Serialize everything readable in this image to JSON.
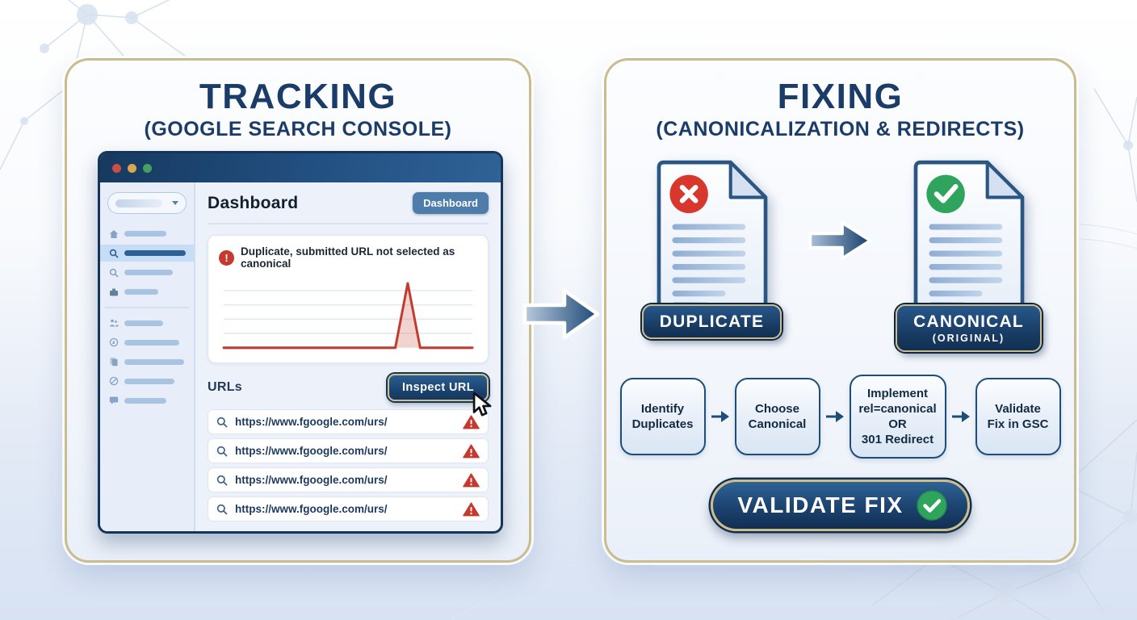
{
  "colors": {
    "navy": "#1b3c68",
    "gold_border": "#c9bc8e",
    "error_red": "#c5392f",
    "success_green": "#2fa45c",
    "button_blue": "#4e7dab"
  },
  "left_panel": {
    "title": "TRACKING",
    "subtitle": "(GOOGLE SEARCH CONSOLE)",
    "window": {
      "page_title": "Dashboard",
      "nav_button": "Dashboard",
      "alert_text": "Duplicate, submitted URL not selected as canonical",
      "urls_label": "URLs",
      "inspect_button": "Inspect URL",
      "url_rows": [
        "https://www.fgoogle.com/urs/",
        "https://www.fgoogle.com/urs/",
        "https://www.fgoogle.com/urs/",
        "https://www.fgoogle.com/urs/"
      ],
      "sidebar_icons": [
        "home",
        "search",
        "search",
        "apps",
        "experience",
        "discover",
        "pages",
        "removals",
        "messages"
      ],
      "sidebar_active_index": 1
    }
  },
  "chart_data": {
    "type": "line",
    "title": "Duplicate, submitted URL not selected as canonical",
    "x": [
      0,
      69,
      74,
      79,
      100
    ],
    "y": [
      0,
      0,
      4.5,
      0,
      0
    ],
    "xlabel": "",
    "ylabel": "",
    "ylim": [
      0,
      4.6
    ],
    "gridlines": 4,
    "grid": "on",
    "line_color": "#c23b31",
    "fill_color": "rgba(214,108,100,0.30)"
  },
  "right_panel": {
    "title": "FIXING",
    "subtitle": "(CANONICALIZATION & REDIRECTS)",
    "documents": [
      {
        "label": "DUPLICATE",
        "status": "duplicate"
      },
      {
        "label": "CANONICAL",
        "sublabel": "(ORIGINAL)",
        "status": "canonical"
      }
    ],
    "steps": [
      "Identify\nDuplicates",
      "Choose\nCanonical",
      "Implement\nrel=canonical\nOR\n301 Redirect",
      "Validate\nFix in GSC"
    ],
    "validate_button": "VALIDATE FIX"
  }
}
